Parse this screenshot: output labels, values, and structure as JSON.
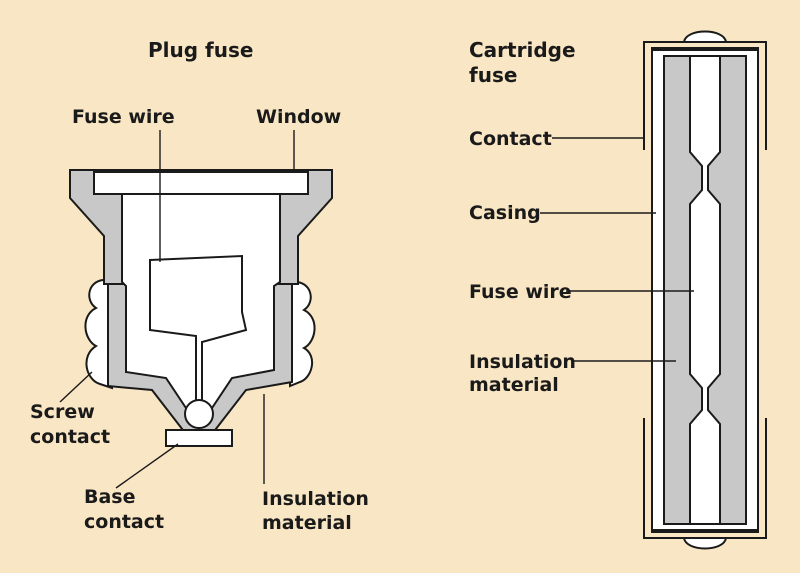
{
  "plug_fuse": {
    "title": "Plug fuse",
    "labels": {
      "fuse_wire": "Fuse wire",
      "window": "Window",
      "screw_contact_1": "Screw",
      "screw_contact_2": "contact",
      "base_contact_1": "Base",
      "base_contact_2": "contact",
      "insulation_1": "Insulation",
      "insulation_2": "material"
    }
  },
  "cartridge_fuse": {
    "title_1": "Cartridge",
    "title_2": "fuse",
    "labels": {
      "contact": "Contact",
      "casing": "Casing",
      "fuse_wire": "Fuse wire",
      "insulation_1": "Insulation",
      "insulation_2": "material"
    }
  },
  "colors": {
    "background": "#f9e6c4",
    "insulation": "#c8c8c8",
    "body": "#ffffff",
    "outline": "#1a1a1a"
  }
}
